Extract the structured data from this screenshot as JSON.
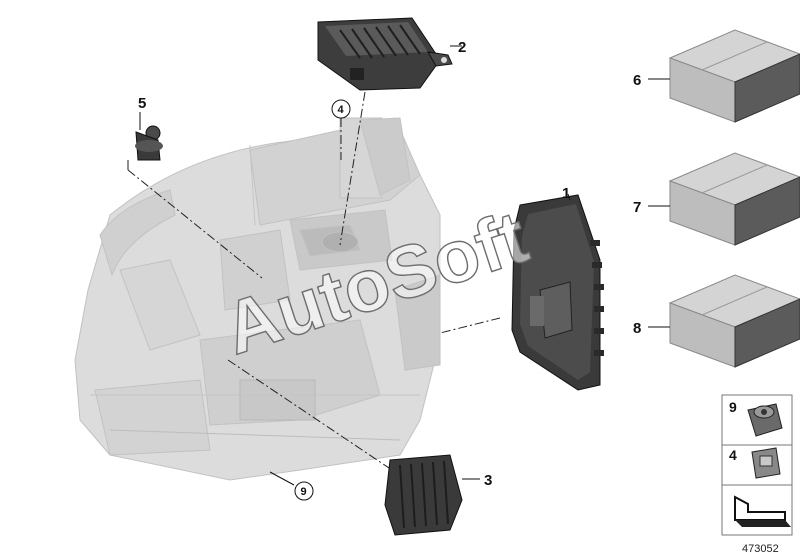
{
  "diagram": {
    "background": "#ffffff",
    "housing_color": "#d9d9d9",
    "part_dark": "#3a3a3a",
    "box_top": "#d4d4d4",
    "box_front": "#bdbdbd",
    "box_side": "#5b5b5b",
    "callouts": [
      {
        "id": "1",
        "label": "1"
      },
      {
        "id": "2",
        "label": "2"
      },
      {
        "id": "3",
        "label": "3"
      },
      {
        "id": "5",
        "label": "5"
      },
      {
        "id": "6",
        "label": "6"
      },
      {
        "id": "7",
        "label": "7"
      },
      {
        "id": "8",
        "label": "8"
      }
    ],
    "circled_refs": [
      {
        "id": "4",
        "label": "4"
      },
      {
        "id": "9",
        "label": "9"
      }
    ],
    "small_parts": [
      {
        "id": "9",
        "label": "9"
      },
      {
        "id": "4",
        "label": "4"
      }
    ],
    "diagram_number": "473052",
    "watermark": "AutoSoft"
  }
}
